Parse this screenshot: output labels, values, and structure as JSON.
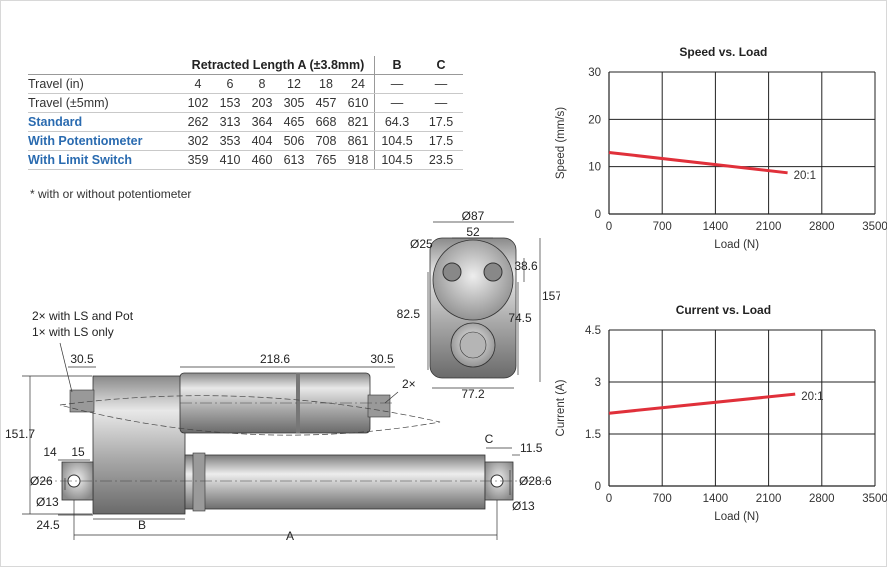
{
  "table": {
    "header": {
      "group": "Retracted Length A (±3.8mm)",
      "b": "B",
      "c": "C"
    },
    "rows": [
      {
        "label": "Travel (in)",
        "vals": [
          "4",
          "6",
          "8",
          "12",
          "18",
          "24"
        ],
        "b": "—",
        "c": "—",
        "blue": false
      },
      {
        "label": "Travel (±5mm)",
        "vals": [
          "102",
          "153",
          "203",
          "305",
          "457",
          "610"
        ],
        "b": "—",
        "c": "—",
        "blue": false
      },
      {
        "label": "Standard",
        "vals": [
          "262",
          "313",
          "364",
          "465",
          "668",
          "821"
        ],
        "b": "64.3",
        "c": "17.5",
        "blue": true
      },
      {
        "label": "With Potentiometer",
        "vals": [
          "302",
          "353",
          "404",
          "506",
          "708",
          "861"
        ],
        "b": "104.5",
        "c": "17.5",
        "blue": true
      },
      {
        "label": "With Limit Switch",
        "vals": [
          "359",
          "410",
          "460",
          "613",
          "765",
          "918"
        ],
        "b": "104.5",
        "c": "23.5",
        "blue": true
      }
    ],
    "note": "* with or without potentiometer"
  },
  "drawing": {
    "callout_line1": "2× with LS and Pot",
    "callout_line2": "1× with LS only",
    "dims": {
      "d30_5a": "30.5",
      "d218_6": "218.6",
      "d30_5b": "30.5",
      "d2x": "2×",
      "d151_7": "151.7",
      "d14": "14",
      "d15": "15",
      "dphi26": "Ø26",
      "dphi13a": "Ø13",
      "d24_5": "24.5",
      "dB": "B",
      "dA": "A",
      "dC": "C",
      "d11_5": "11.5",
      "dphi28_6": "Ø28.6",
      "dphi13b": "Ø13",
      "dphi87": "Ø87",
      "d52": "52",
      "dphi25": "Ø25",
      "d38_6": "38.6",
      "d82_5": "82.5",
      "d74_5": "74.5",
      "d157": "157",
      "d77_2": "77.2"
    }
  },
  "chart_data": [
    {
      "type": "line",
      "title": "Speed vs. Load",
      "xlabel": "Load (N)",
      "ylabel": "Speed (mm/s)",
      "xlim": [
        0,
        3500
      ],
      "ylim": [
        0,
        30
      ],
      "xticks": [
        "0",
        "700",
        "1400",
        "2100",
        "2800",
        "3500"
      ],
      "yticks": [
        "0",
        "10",
        "20",
        "30"
      ],
      "grid": true,
      "series": [
        {
          "name": "20:1",
          "color": "#e0303a",
          "x": [
            0,
            2350
          ],
          "y": [
            13,
            8.7
          ]
        }
      ]
    },
    {
      "type": "line",
      "title": "Current vs. Load",
      "xlabel": "Load (N)",
      "ylabel": "Current (A)",
      "xlim": [
        0,
        3500
      ],
      "ylim": [
        0,
        4.5
      ],
      "xticks": [
        "0",
        "700",
        "1400",
        "2100",
        "2800",
        "3500"
      ],
      "yticks": [
        "0",
        "1.5",
        "3",
        "4.5"
      ],
      "grid": true,
      "series": [
        {
          "name": "20:1",
          "color": "#e0303a",
          "x": [
            0,
            2450
          ],
          "y": [
            2.1,
            2.65
          ]
        }
      ]
    }
  ]
}
